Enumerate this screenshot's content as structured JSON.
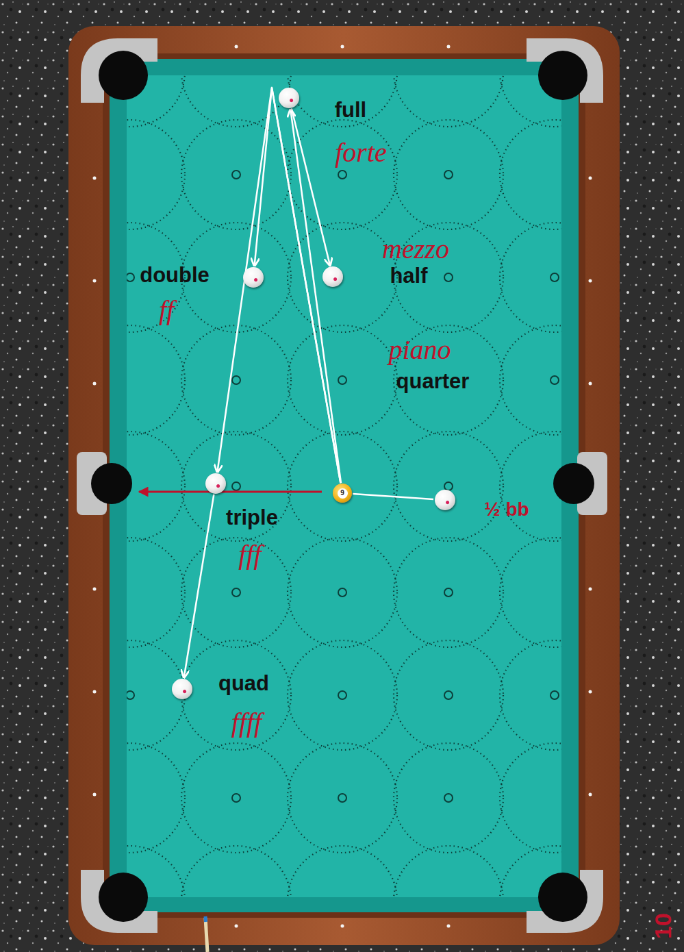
{
  "diagram": {
    "nodes": [
      {
        "text": [
          "full",
          "forte"
        ]
      },
      {
        "text": [
          "double",
          "ff"
        ]
      },
      {
        "text": [
          "mezzo",
          "half"
        ]
      },
      {
        "text": [
          "triple",
          "fff"
        ]
      },
      {
        "text": [
          "9"
        ]
      },
      {
        "text": [
          "½ bb"
        ]
      },
      {
        "text": [
          "quad",
          "ffff"
        ]
      }
    ],
    "edges": [
      {
        "from": 4,
        "to": 0,
        "arrow": "to"
      },
      {
        "from": 0,
        "to": 2,
        "arrow": "to"
      },
      {
        "from": 4,
        "to": 1,
        "arrow": "to"
      },
      {
        "from": 4,
        "to": 3,
        "arrow": "to"
      },
      {
        "from": 3,
        "to": 6,
        "arrow": "to"
      },
      {
        "from": 4,
        "to": 5,
        "arrow": "none"
      }
    ],
    "labels": [
      "piano",
      "quarter",
      "10"
    ]
  }
}
